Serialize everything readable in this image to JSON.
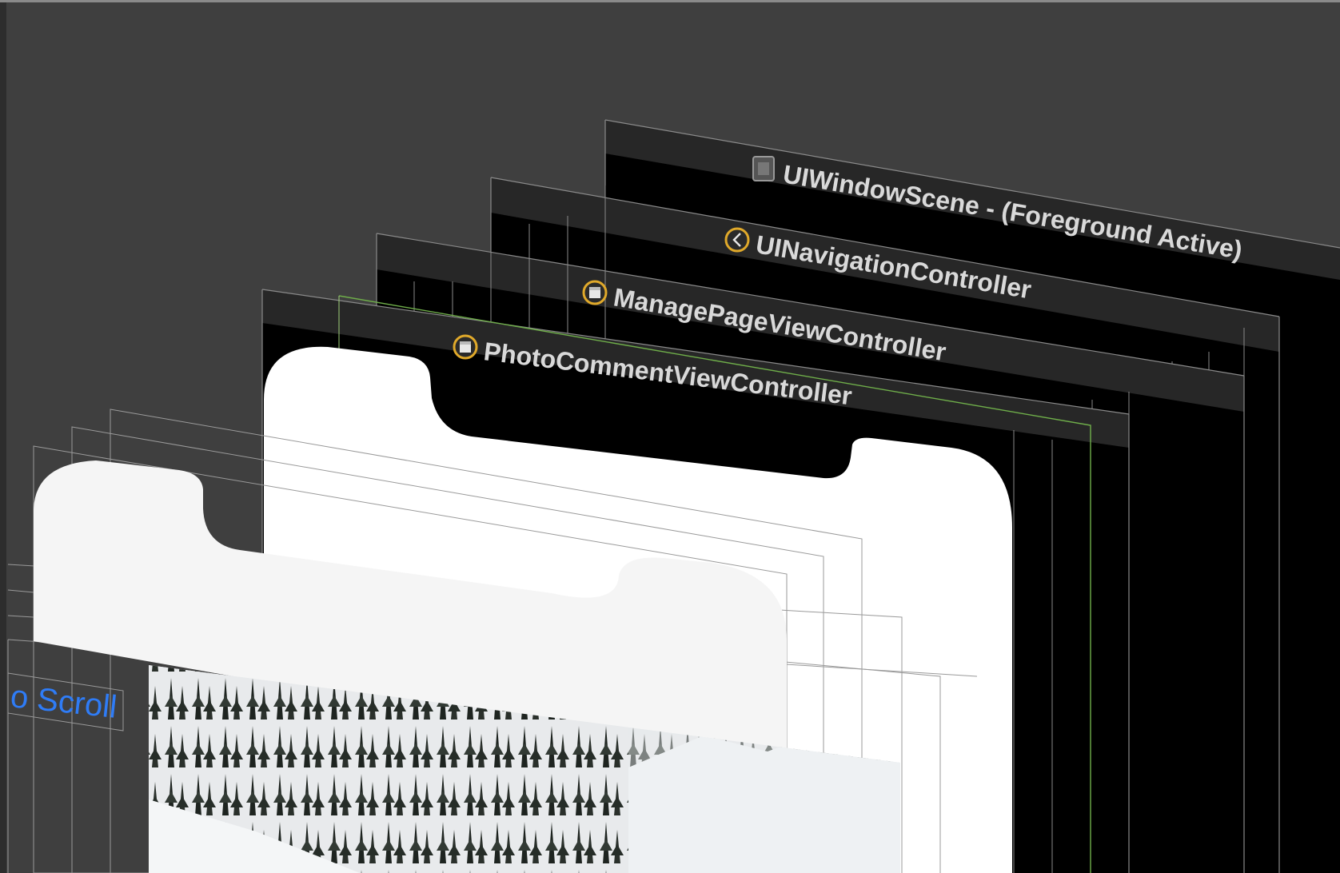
{
  "app": {
    "title": "Debug View Hierarchy"
  },
  "layers": [
    {
      "id": "scene",
      "label": "UIWindowScene - (Foreground Active)",
      "icon": "window-scene-icon"
    },
    {
      "id": "nav",
      "label": "UINavigationController",
      "icon": "navigation-controller-icon"
    },
    {
      "id": "manage",
      "label": "ManagePageViewController",
      "icon": "view-controller-icon"
    },
    {
      "id": "photo",
      "label": "PhotoCommentViewController",
      "icon": "view-controller-icon"
    }
  ],
  "scroll_button": {
    "label": "o Scroll",
    "color": "#2f7cf6"
  },
  "colors": {
    "canvas": "#3f3f3f",
    "panel_header": "#272727",
    "selection_outline": "#6fae4a",
    "icon_ring": "#e0a92a"
  }
}
